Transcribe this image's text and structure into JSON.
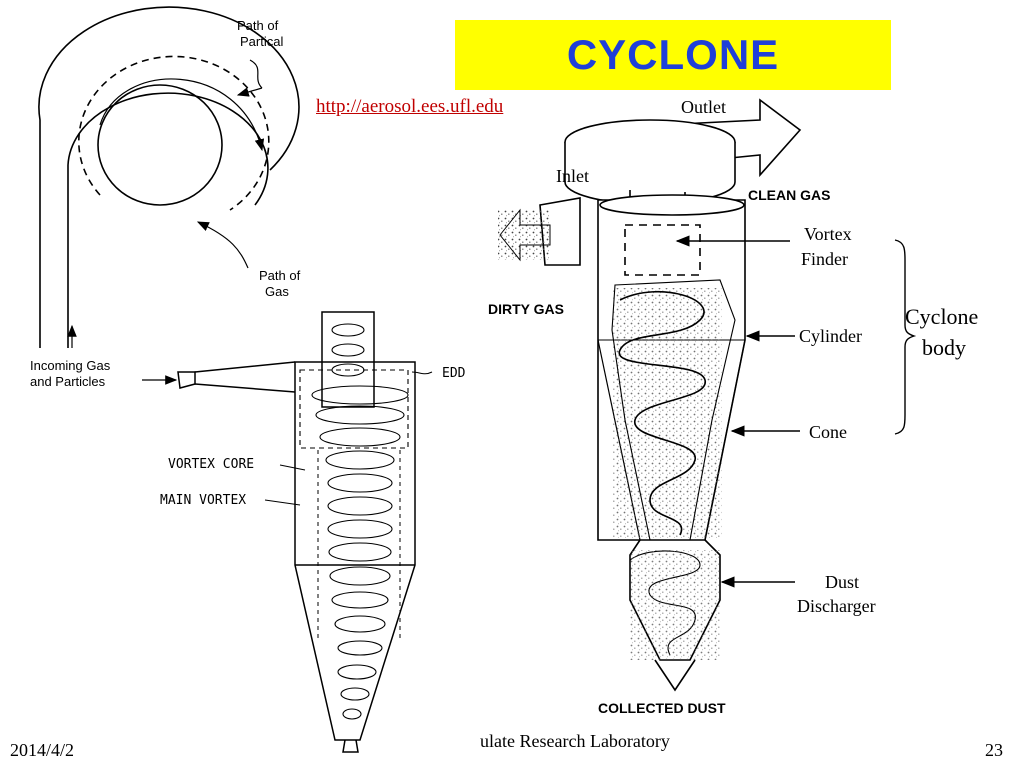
{
  "slide": {
    "title": "CYCLONE",
    "url": "http://aerosol.ees.ufl.edu",
    "footer_date": "2014/4/2",
    "footer_center": "ulate Research Laboratory",
    "page_number": "23"
  },
  "plan_view": {
    "path_particle_label": [
      "Path of",
      "Partical"
    ],
    "path_gas_label": [
      "Path of",
      "Gas"
    ],
    "incoming_label": [
      "Incoming Gas",
      "and Particles"
    ]
  },
  "side_view": {
    "edd_label": "EDD",
    "vortex_core_label": "VORTEX CORE",
    "main_vortex_label": "MAIN VORTEX"
  },
  "cutaway": {
    "outlet_label": "Outlet",
    "inlet_label": "Inlet",
    "clean_gas_label": "CLEAN GAS",
    "dirty_gas_label": "DIRTY GAS",
    "collected_dust_label": "COLLECTED DUST",
    "vortex_finder_label": [
      "Vortex",
      "Finder"
    ],
    "cylinder_label": "Cylinder",
    "cone_label": "Cone",
    "dust_discharger_label": [
      "Dust",
      "Discharger"
    ],
    "cyclone_body_label": [
      "Cyclone",
      "body"
    ]
  }
}
